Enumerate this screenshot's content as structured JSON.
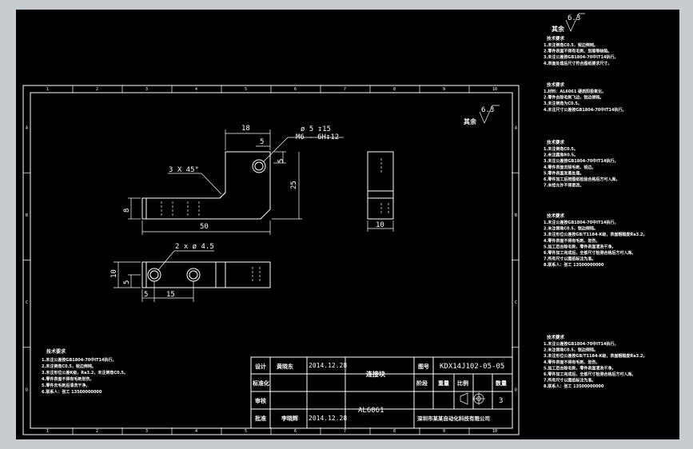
{
  "drawing": {
    "border_cols": [
      "1",
      "2",
      "3",
      "4",
      "5",
      "6",
      "7",
      "8",
      "9",
      "10"
    ],
    "border_rows": [
      "A",
      "B",
      "C",
      "D"
    ],
    "top_cols": [
      "1",
      "2",
      "3",
      "4",
      "5",
      "6",
      "7",
      "8"
    ],
    "front_dims": {
      "width_top": "18",
      "height_25": "25",
      "height_8": "8",
      "length_50": "50",
      "hole_spec1": "ø 5 ↧15",
      "hole_spec2": "M6 - 6H↧12",
      "chamfer": "3 X 45°",
      "tab_5a": "5",
      "tab_5b": "5"
    },
    "side_dims": {
      "width_10": "10"
    },
    "top_dims": {
      "holes": "2 x ø 4.5",
      "height_10": "10",
      "height_5": "5",
      "offset_5": "5",
      "pitch_15": "15"
    },
    "roughness_value": "6.3",
    "roughness_label": "其余"
  },
  "right_notes": {
    "roughness_value": "6.3",
    "roughness_label": "其余",
    "blocks": [
      {
        "title": "技术要求",
        "lines": [
          "1.未注倒角C0.5，锐边倒钝。",
          "2.零件表面不得有毛刺、划痕等缺陷。",
          "3.未注公差按GB1804-70中IT14执行。",
          "4.表面处理后尺寸符合图纸要求尺寸。"
        ]
      },
      {
        "title": "技术要求",
        "lines": [
          "1.材料：AL6061 硬质阳极氧化。",
          "2.零件去除毛刺飞边，锐边倒钝。",
          "3.未注倒角为C0.5。",
          "4.未注尺寸公差按GB1804-70中IT14执行。"
        ]
      },
      {
        "title": "技术要求",
        "lines": [
          "1.未注倒角C0.5。",
          "2.未注圆角R0.5。",
          "3.未注公差按GB1804-70中IT14执行。",
          "4.零件表面去除毛刺、锐边。",
          "5.零件表面发黑处理。",
          "6.零件加工后按图纸检验合格后方可入库。",
          "7.未经允许不得更改。"
        ]
      },
      {
        "title": "技术要求",
        "lines": [
          "1.未注公差按GB1804-70中IT14执行。",
          "2.未注倒角C0.5，锐边倒钝。",
          "3.未注形位公差按GB/T1184-K级，表面粗糙度Ra3.2。",
          "4.零件表面不得有毛刺、划伤。",
          "5.加工后去除毛刺，零件表面清洗干净。",
          "6.零件加工完成后，全部尺寸检测合格后方可入库。",
          "7.所有尺寸以图纸标注为准。",
          "8.联系人：张工 13500000000"
        ]
      },
      {
        "title": "技术要求",
        "lines": [
          "1.未注公差按GB1804-70中IT14执行。",
          "2.未注倒角C0.5，锐边倒钝。",
          "3.未注形位公差按GB/T1184-K级，表面粗糙度Ra3.2。",
          "4.零件表面不得有毛刺、划伤。",
          "5.加工后去除毛刺，零件表面清洗干净。",
          "6.零件加工完成后，全部尺寸检测合格后方可入库。",
          "7.所有尺寸以图纸标注为准。",
          "8.联系人：张工 13500000000"
        ]
      }
    ]
  },
  "left_notes": {
    "title": "技术要求",
    "lines": [
      "1.未注公差按GB1804-70中IT14执行。",
      "2.未注倒角C0.5，锐边倒钝。",
      "3.未注形位公差K级，Ra3.2，未注倒角C0.5。",
      "4.零件表面不得有毛刺划伤。",
      "5.零件去毛刺后清洗干净。",
      "6.联系人：张工 13500000000"
    ]
  },
  "title_block": {
    "designer_label": "设计",
    "designer": "黄晓东",
    "design_date": "2014.12.28",
    "checker_label": "标准化",
    "reviewer_label": "审核",
    "approver_label": "批准",
    "approver": "李晓辉",
    "approve_date": "2014.12.28",
    "part_name": "连接块",
    "material": "AL6061",
    "drawing_no_label": "图号",
    "drawing_no": "KDX14J102-05-05",
    "stage_label": "阶段",
    "weight_label": "重量",
    "scale_label": "比例",
    "qty_label": "数量",
    "qty": "3",
    "company": "深圳市某某自动化科技有限公司"
  }
}
